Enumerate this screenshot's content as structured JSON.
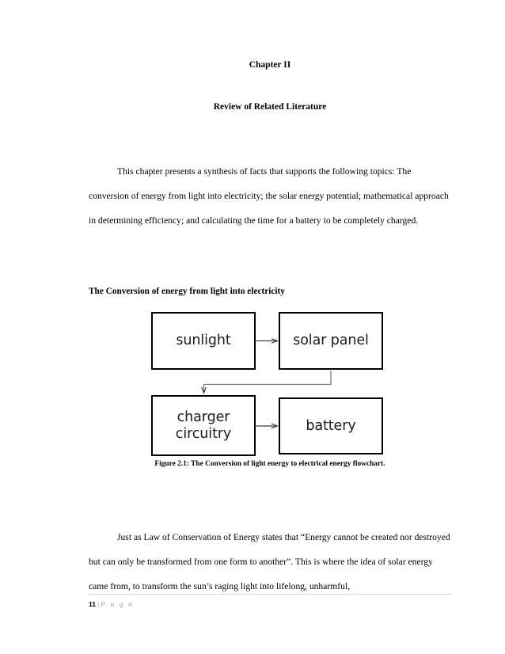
{
  "document": {
    "chapter_heading": "Chapter II",
    "title_heading": "Review of Related Literature",
    "paragraphs": [
      "This chapter presents a synthesis of facts that supports the following topics: The conversion of energy from light into electricity; the solar energy potential; mathematical approach in determining efficiency; and calculating the time for a battery to be completely charged.",
      "Just as Law of Conservation of Energy states that “Energy cannot be created nor destroyed but can only be transformed from one form to another”. This is where the idea of solar energy came from, to transform the sun’s raging light into lifelong, unharmful,"
    ],
    "section_heading": "The Conversion of energy from light into electricity",
    "figure_caption": "Figure 2.1: The Conversion of light energy to electrical energy flowchart.",
    "footer": {
      "page_number": "11",
      "separator": "|",
      "page_word": "P a g e"
    }
  },
  "flowchart": {
    "title": "The Conversion of light energy to electrical energy flowchart",
    "nodes": [
      {
        "id": "sunlight",
        "label": "sunlight"
      },
      {
        "id": "solar-panel",
        "label": "solar panel"
      },
      {
        "id": "charger-circuitry",
        "label": "charger\ncircuitry"
      },
      {
        "id": "charger-circuitry-line1",
        "label": "charger"
      },
      {
        "id": "charger-circuitry-line2",
        "label": "circuitry"
      },
      {
        "id": "battery",
        "label": "battery"
      }
    ],
    "edges": [
      {
        "from": "sunlight",
        "to": "solar-panel",
        "style": "straight-right"
      },
      {
        "from": "solar-panel",
        "to": "charger-circuitry",
        "style": "elbow-down-left-down"
      },
      {
        "from": "charger-circuitry",
        "to": "battery",
        "style": "straight-right"
      }
    ],
    "colors": {
      "box_border": "#000000",
      "box_fill": "#ffffff",
      "connector": "#595959",
      "text": "#1a1a1a"
    }
  }
}
